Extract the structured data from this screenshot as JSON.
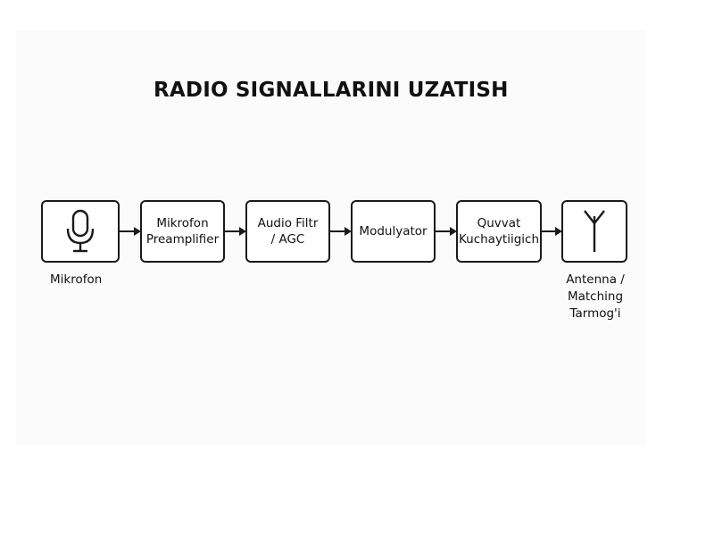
{
  "title": "RADIO SIGNALLARINI UZATISH",
  "blocks": [
    {
      "id": "mic",
      "label": "",
      "icon": "microphone-icon"
    },
    {
      "id": "preamp",
      "label": "Mikrofon\nPreamplifier"
    },
    {
      "id": "filter",
      "label": "Audio Filtr\n/ AGC"
    },
    {
      "id": "modulator",
      "label": "Modulyator"
    },
    {
      "id": "amp",
      "label": "Quvvat\nKuchaytiigich"
    },
    {
      "id": "antenna",
      "label": "",
      "icon": "antenna-icon"
    }
  ],
  "captions": {
    "mic": "Mikrofon",
    "antenna": "Antenna /\nMatching\nTarmog'i"
  },
  "colors": {
    "stroke": "#1a1a1a",
    "text": "#111111",
    "background": "#fbfbfb"
  }
}
